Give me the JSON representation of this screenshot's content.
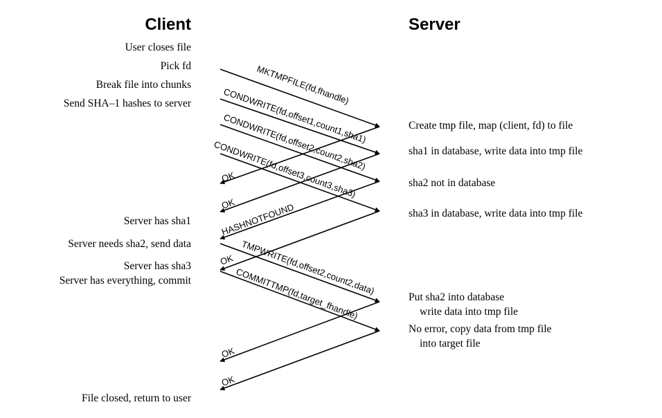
{
  "headers": {
    "client": "Client",
    "server": "Server"
  },
  "client_notes": [
    "User closes file",
    "Pick fd",
    "Break file into chunks",
    "Send SHA–1 hashes to server",
    "Server has sha1",
    "Server needs sha2, send data",
    "Server has sha3",
    "Server has everything, commit",
    "File closed, return to user"
  ],
  "server_notes": [
    "Create tmp file, map (client, fd) to file",
    "sha1 in database, write data into tmp file",
    "sha2 not in database",
    "sha3 in database, write data into tmp file",
    "Put sha2 into database",
    "write data into tmp file",
    "No error, copy data from tmp file",
    "into target file"
  ],
  "messages": [
    {
      "label": "MKTMPFILE(fd,fhandle)",
      "direction": "to-server"
    },
    {
      "label": "CONDWRITE(fd,offset1,count1,sha1)",
      "direction": "to-server"
    },
    {
      "label": "CONDWRITE(fd,offset2,count2,sha2)",
      "direction": "to-server"
    },
    {
      "label": "CONDWRITE(fd,offset3,count3,sha3)",
      "direction": "to-server"
    },
    {
      "label": "OK",
      "direction": "to-client"
    },
    {
      "label": "OK",
      "direction": "to-client"
    },
    {
      "label": "HASHNOTFOUND",
      "direction": "to-client"
    },
    {
      "label": "OK",
      "direction": "to-client"
    },
    {
      "label": "TMPWRITE(fd,offset2,count2,data)",
      "direction": "to-server"
    },
    {
      "label": "COMMITTMP(fd,target_fhandle)",
      "direction": "to-server"
    },
    {
      "label": "OK",
      "direction": "to-client"
    },
    {
      "label": "OK",
      "direction": "to-client"
    }
  ]
}
